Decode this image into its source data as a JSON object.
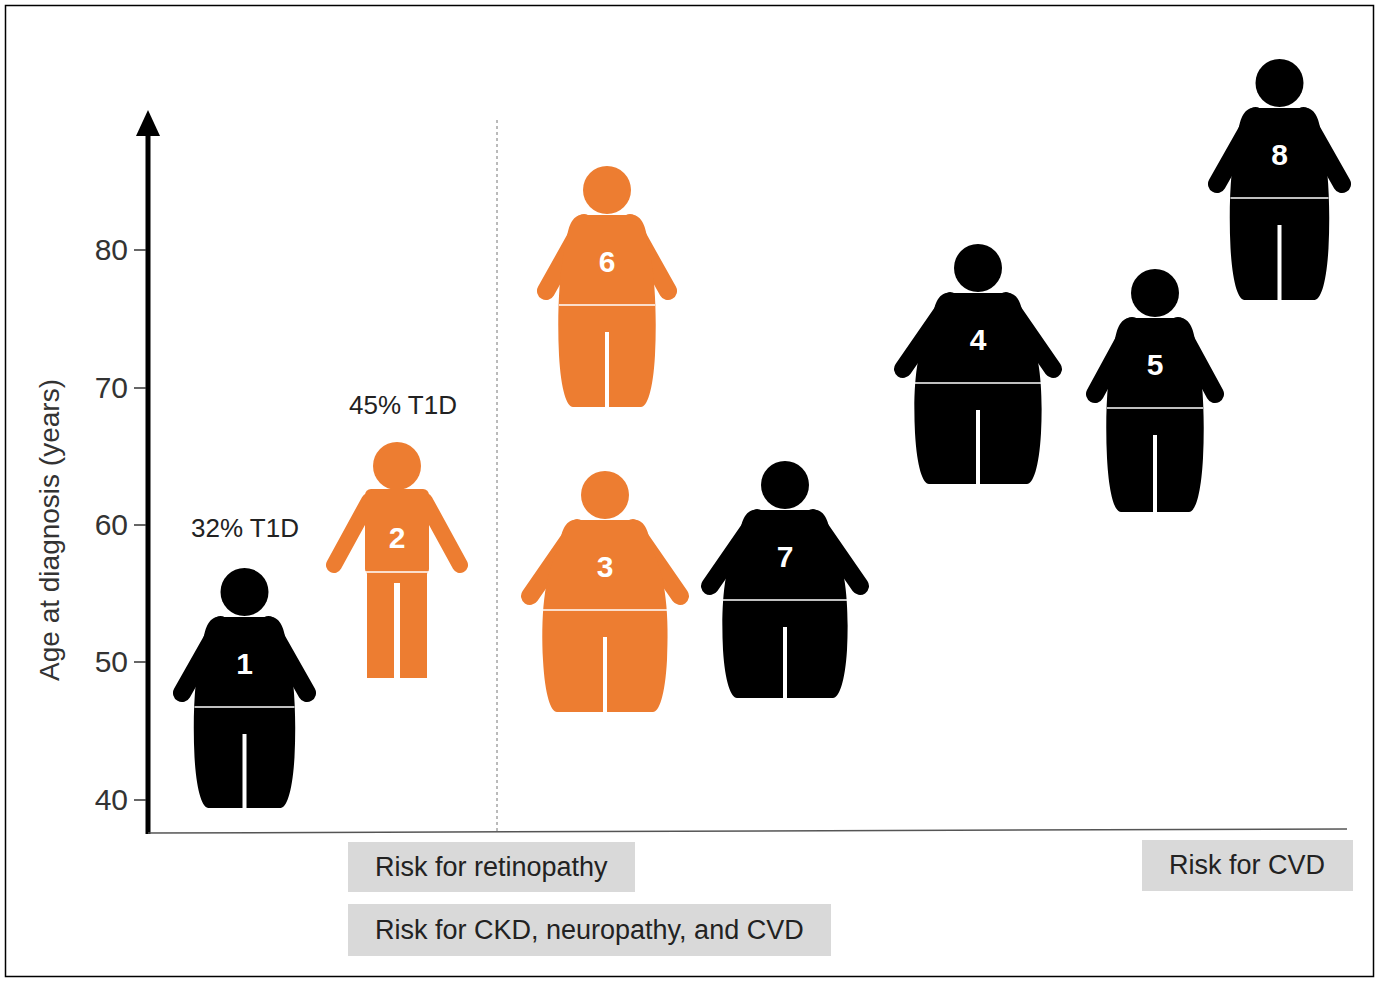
{
  "diagram": {
    "nodes": [
      {
        "text": [
          "1"
        ]
      },
      {
        "text": [
          "2"
        ]
      },
      {
        "text": [
          "3"
        ]
      },
      {
        "text": [
          "4"
        ]
      },
      {
        "text": [
          "5"
        ]
      },
      {
        "text": [
          "6"
        ]
      },
      {
        "text": [
          "7"
        ]
      },
      {
        "text": [
          "8"
        ]
      },
      {
        "text": [
          "Risk for retinopathy"
        ]
      },
      {
        "text": [
          "Risk for CKD, neuropathy, and CVD"
        ]
      },
      {
        "text": [
          "Risk for CVD"
        ]
      }
    ],
    "labels": [
      "Age at diagnosis (years)",
      "80",
      "70",
      "60",
      "50",
      "40",
      "32% T1D",
      "45% T1D"
    ]
  }
}
